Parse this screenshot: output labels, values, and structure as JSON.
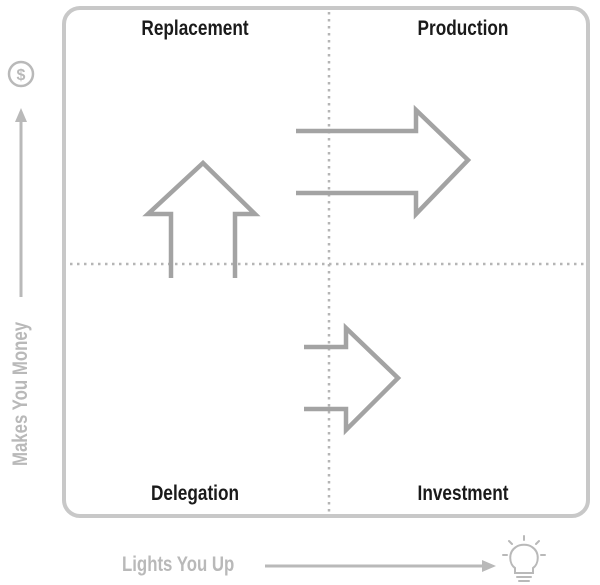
{
  "quadrants": {
    "top_left": "Replacement",
    "top_right": "Production",
    "bottom_left": "Delegation",
    "bottom_right": "Investment"
  },
  "axes": {
    "x_label": "Lights You Up",
    "y_label": "Makes You Money",
    "x_icon": "lightbulb-icon",
    "y_icon": "dollar-circle-icon"
  },
  "colors": {
    "frame": "#c8c8c8",
    "arrows": "#a3a3a3",
    "dividers": "#b5b5b5",
    "axis": "#b9b9b9",
    "quadrant_text": "#1a1a1a"
  }
}
